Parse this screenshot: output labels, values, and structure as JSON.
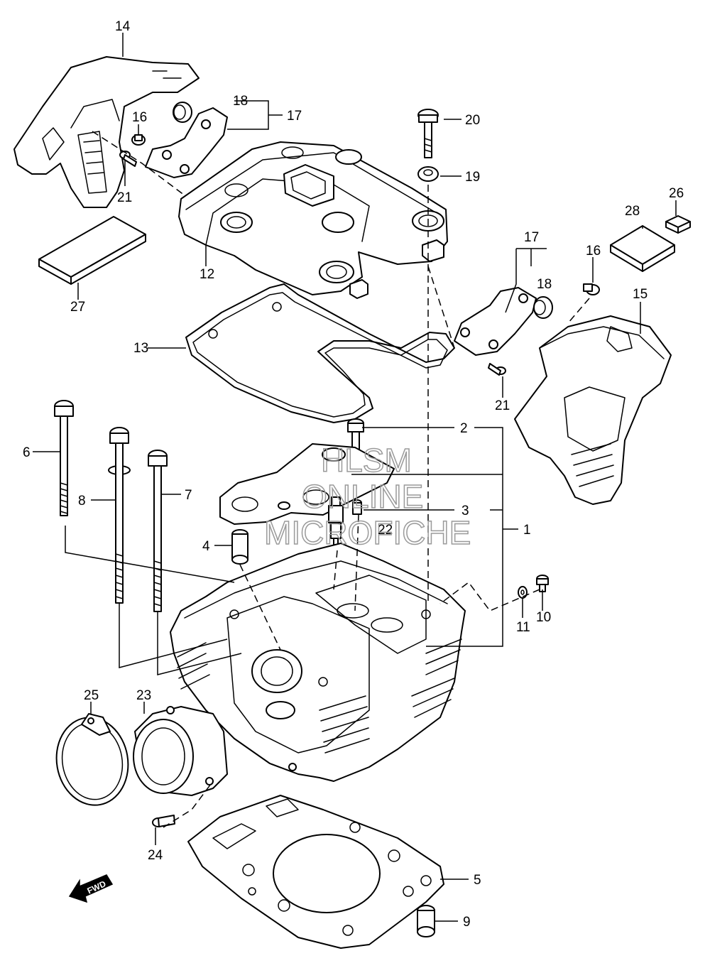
{
  "callouts": {
    "c1": "1",
    "c2": "2",
    "c3": "3",
    "c4": "4",
    "c5": "5",
    "c6": "6",
    "c7": "7",
    "c8": "8",
    "c9": "9",
    "c10": "10",
    "c11": "11",
    "c12": "12",
    "c13": "13",
    "c14": "14",
    "c15": "15",
    "c16a": "16",
    "c16b": "16",
    "c17a": "17",
    "c17b": "17",
    "c18a": "18",
    "c18b": "18",
    "c19": "19",
    "c20": "20",
    "c21a": "21",
    "c21b": "21",
    "c22": "22",
    "c23": "23",
    "c24": "24",
    "c25": "25",
    "c26": "26",
    "c27": "27",
    "c28": "28"
  },
  "watermark": {
    "line1": "HLSM",
    "line2": "ONLINE",
    "line3": "MICROFICHE"
  },
  "fwd": {
    "label": "FWD"
  },
  "colors": {
    "ink": "#000000",
    "paper": "#ffffff",
    "watermark": "#9a9a9a"
  }
}
